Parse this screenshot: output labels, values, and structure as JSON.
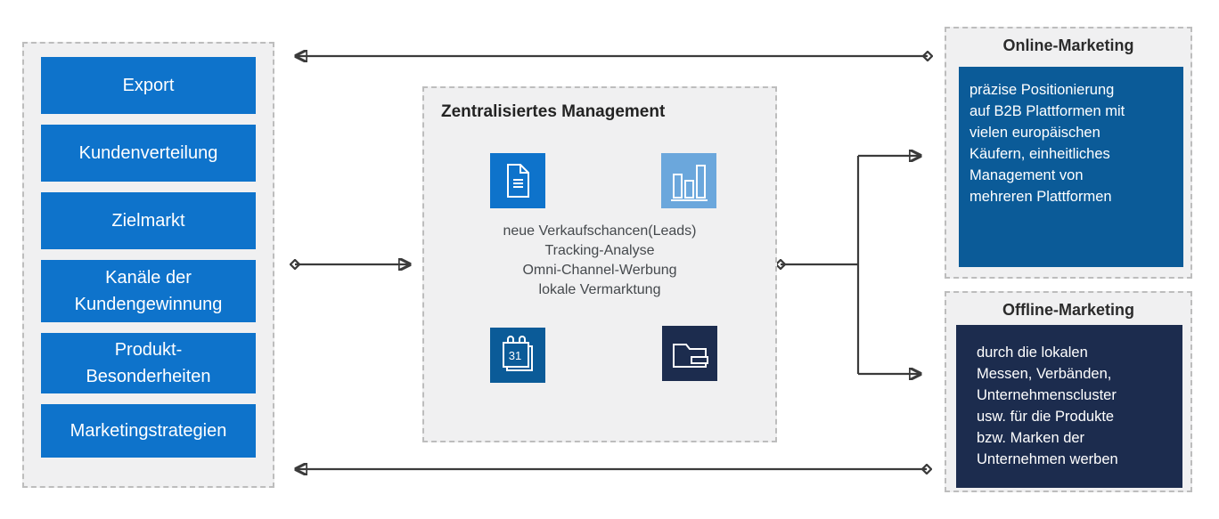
{
  "colors": {
    "primary_blue": "#0e73cb",
    "light_blue": "#6ba7dc",
    "deep_blue": "#0b5b98",
    "navy": "#1c2c4e",
    "panel_background": "#f0f0f1",
    "dashed_border": "#bdbdbd",
    "arrow": "#3b3b3b"
  },
  "left_panel": {
    "items": [
      {
        "label": "Export"
      },
      {
        "label": "Kundenverteilung"
      },
      {
        "label": "Zielmarkt"
      },
      {
        "label": "Kanäle der\nKundengewinnung"
      },
      {
        "label": "Produkt-\nBesonderheiten"
      },
      {
        "label": "Marketingstrategien"
      }
    ]
  },
  "center_panel": {
    "title": "Zentralisiertes Management",
    "cycle_lines": [
      "neue Verkaufschancen(Leads)",
      "Tracking-Analyse",
      "Omni-Channel-Werbung",
      "lokale Vermarktung"
    ],
    "icons": [
      {
        "name": "document-icon"
      },
      {
        "name": "bar-chart-icon"
      },
      {
        "name": "calendar-icon",
        "day": "31"
      },
      {
        "name": "folder-icon"
      }
    ]
  },
  "online_marketing": {
    "title": "Online-Marketing",
    "body": "präzise Positionierung\nauf B2B Plattformen mit\nvielen europäischen\nKäufern, einheitliches\nManagement von\nmehreren Plattformen"
  },
  "offline_marketing": {
    "title": "Offline-Marketing",
    "body": "durch die lokalen\nMessen, Verbänden,\nUnternehmenscluster\nusw. für die Produkte\nbzw. Marken der\nUnternehmen werben"
  }
}
